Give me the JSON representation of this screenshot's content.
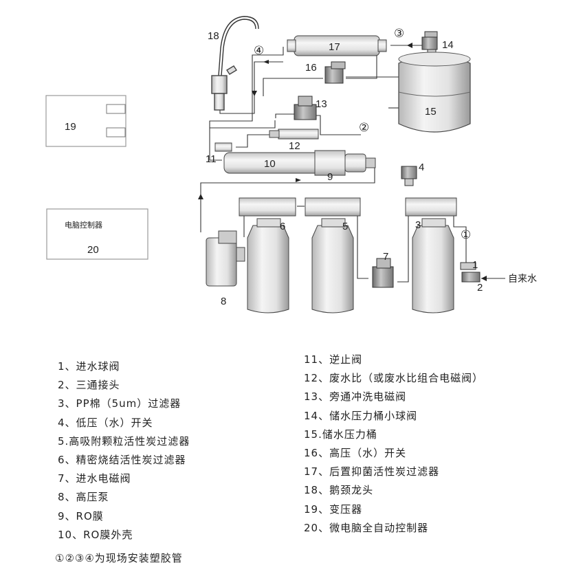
{
  "diagram": {
    "components": {
      "c1": "1",
      "c2": "2",
      "c3": "3",
      "c4": "4",
      "c5": "5",
      "c6": "6",
      "c7": "7",
      "c8": "8",
      "c9": "9",
      "c10": "10",
      "c11": "11",
      "c12": "12",
      "c13": "13",
      "c14": "14",
      "c15": "15",
      "c16": "16",
      "c17": "17",
      "c18": "18",
      "c19": "19",
      "c20": "20"
    },
    "pipe_markers": {
      "p1": "①",
      "p2": "②",
      "p3": "③",
      "p4": "④"
    },
    "tap_water_label": "自来水",
    "controller_box_label": "电脑控制器"
  },
  "legend": {
    "left": [
      "1、进水球阀",
      "2、三通接头",
      "3、PP棉（5um）过滤器",
      "4、低压（水）开关",
      "5.高吸附颗粒活性炭过滤器",
      "6、精密烧结活性炭过滤器",
      "7、进水电磁阀",
      "8、高压泵",
      "9、RO膜",
      "10、RO膜外壳"
    ],
    "right": [
      "11、逆止阀",
      "12、废水比（或废水比组合电磁阀）",
      "13、旁通冲洗电磁阀",
      "14、储水压力桶小球阀",
      "15.储水压力桶",
      "16、高压（水）开关",
      "17、后置抑菌活性炭过滤器",
      "18、鹅颈龙头",
      "19、变压器",
      "20、微电脑全自动控制器"
    ],
    "note": "①②③④为现场安装塑胶管"
  }
}
